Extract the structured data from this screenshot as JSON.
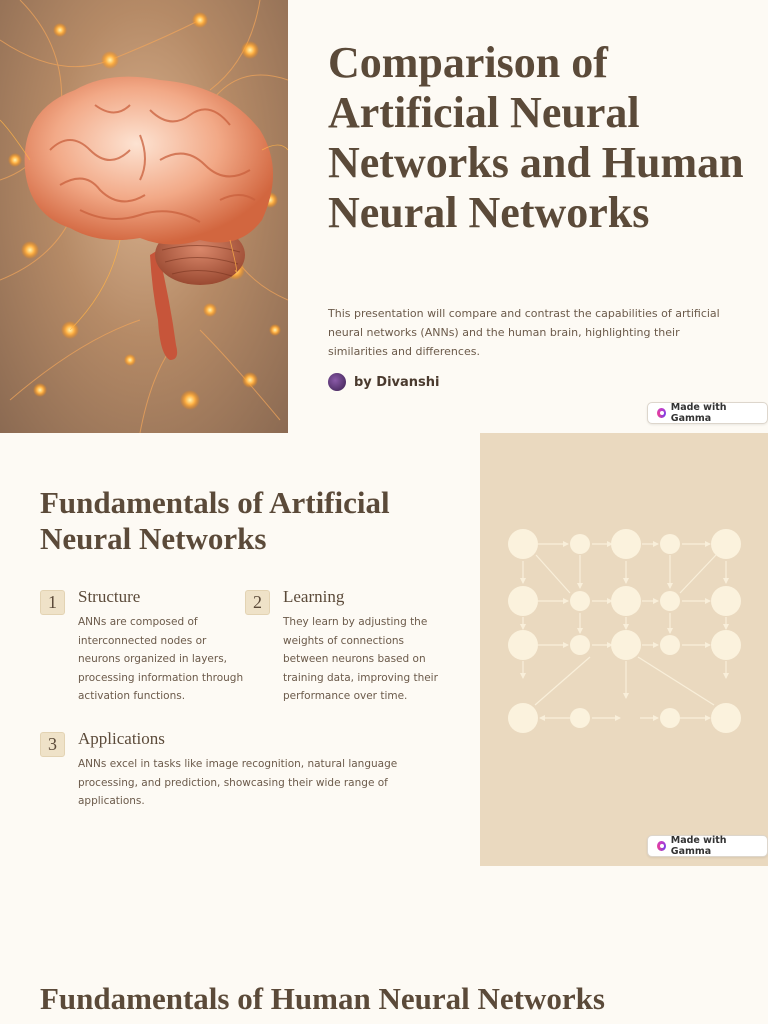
{
  "slide1": {
    "title": "Comparison of Artificial Neural Networks and Human Neural Networks",
    "description": "This presentation will compare and contrast the capabilities of artificial neural networks (ANNs) and the human brain, highlighting their similarities and differences.",
    "author": "by Divanshi",
    "badge": "Made with Gamma"
  },
  "slide2": {
    "title": "Fundamentals of Artificial Neural Networks",
    "items": [
      {
        "num": "1",
        "heading": "Structure",
        "body": "ANNs are composed of interconnected nodes or neurons organized in layers, processing information through activation functions."
      },
      {
        "num": "2",
        "heading": "Learning",
        "body": "They learn by adjusting the weights of connections between neurons based on training data, improving their performance over time."
      },
      {
        "num": "3",
        "heading": "Applications",
        "body": "ANNs excel in tasks like image recognition, natural language processing, and prediction, showcasing their wide range of applications."
      }
    ],
    "badge": "Made with Gamma"
  },
  "slide3": {
    "title": "Fundamentals of Human Neural Networks"
  },
  "colors": {
    "background": "#fdfaf4",
    "text": "#5b4a39",
    "panel": "#ead9bf",
    "node": "#fbf2dd"
  },
  "icons": [
    "brain-illustration",
    "neural-network-diagram",
    "gamma-logo-icon",
    "author-avatar"
  ]
}
